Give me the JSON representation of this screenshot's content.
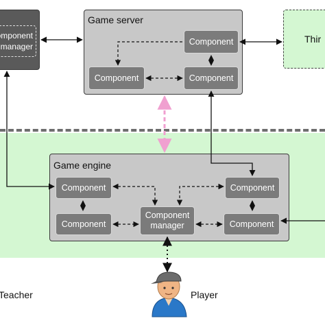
{
  "teacher_box": {
    "inner_text": "Component\nmanager"
  },
  "game_server": {
    "title": "Game server",
    "components": [
      "Component",
      "Component",
      "Component"
    ]
  },
  "third_party": {
    "label": "Thir"
  },
  "game_engine": {
    "title": "Game engine",
    "components": [
      "Component",
      "Component",
      "Component",
      "Component"
    ],
    "manager_label": "Component\nmanager"
  },
  "actors": {
    "teacher": "Teacher",
    "player": "Player"
  },
  "colors": {
    "band": "#d4f7d2",
    "component": "#7b7b7b",
    "group": "#c8c8c8",
    "pink": "#f0a0d0"
  },
  "icons": {
    "player": "person-with-cap-icon"
  }
}
